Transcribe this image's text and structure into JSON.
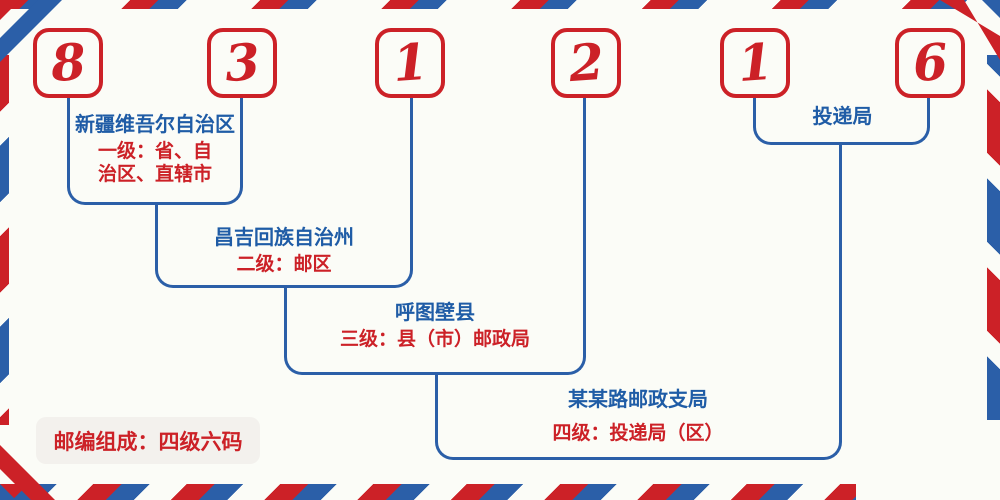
{
  "code": {
    "digits": [
      "8",
      "3",
      "1",
      "2",
      "1",
      "6"
    ]
  },
  "levels": [
    {
      "name": "新疆维吾尔自治区",
      "desc": "一级：省、自\n治区、直辖市"
    },
    {
      "name": "昌吉回族自治州",
      "desc": "二级：邮区"
    },
    {
      "name": "呼图壁县",
      "desc": "三级：县（市）邮政局"
    },
    {
      "name": "某某路邮政支局",
      "desc": "四级：投递局（区）"
    },
    {
      "name": "投递局"
    }
  ],
  "footer": {
    "badge": "邮编组成：四级六码"
  },
  "colors": {
    "red": "#cc2127",
    "blue": "#2b5fa8",
    "text_blue": "#1f5ca6",
    "background": "#fbfcf7",
    "badge_background": "#f3f1ed"
  }
}
